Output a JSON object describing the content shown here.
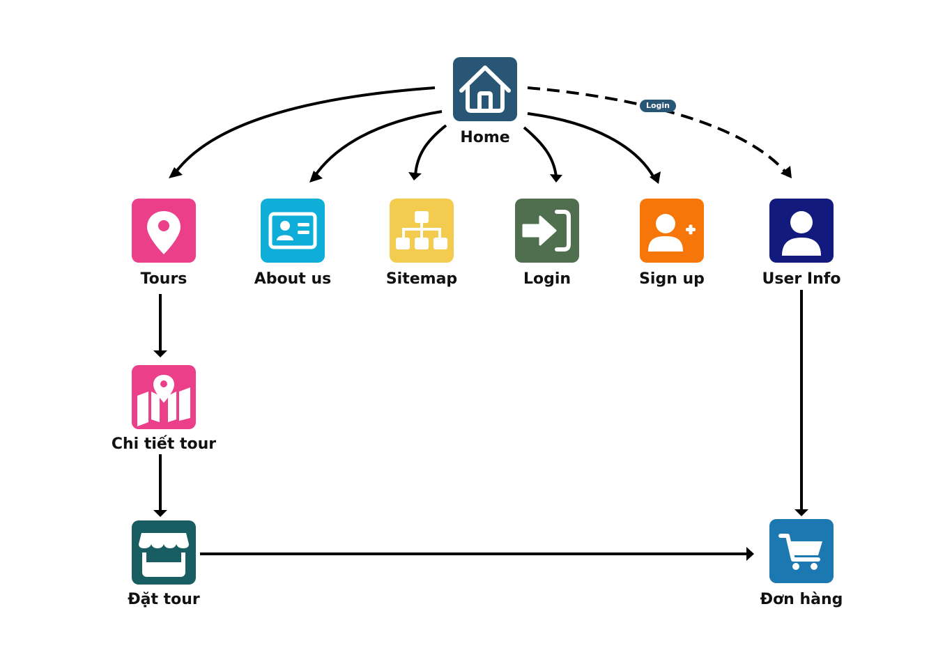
{
  "colors": {
    "home": "#2a5676",
    "tours": "#ec3f8a",
    "about": "#0eaed8",
    "sitemap": "#f2cb4f",
    "login": "#4f6f4e",
    "signup": "#f7760a",
    "user_info": "#131a7d",
    "tour_detail": "#ec3f8a",
    "book_tour": "#175d61",
    "orders": "#1b78b0",
    "edge": "#000000"
  },
  "nodes": {
    "home": {
      "label": "Home",
      "icon": "house-icon"
    },
    "tours": {
      "label": "Tours",
      "icon": "map-pin-icon"
    },
    "about": {
      "label": "About us",
      "icon": "id-card-icon"
    },
    "sitemap": {
      "label": "Sitemap",
      "icon": "sitemap-icon"
    },
    "login": {
      "label": "Login",
      "icon": "sign-in-icon"
    },
    "signup": {
      "label": "Sign up",
      "icon": "user-plus-icon"
    },
    "user_info": {
      "label": "User Info",
      "icon": "user-icon"
    },
    "tour_detail": {
      "label": "Chi tiết tour",
      "icon": "map-location-icon"
    },
    "book_tour": {
      "label": "Đặt tour",
      "icon": "store-icon"
    },
    "orders": {
      "label": "Đơn hàng",
      "icon": "shopping-cart-icon"
    }
  },
  "edges": {
    "home_to_user_info": {
      "label": "Login",
      "style": "dashed"
    }
  }
}
